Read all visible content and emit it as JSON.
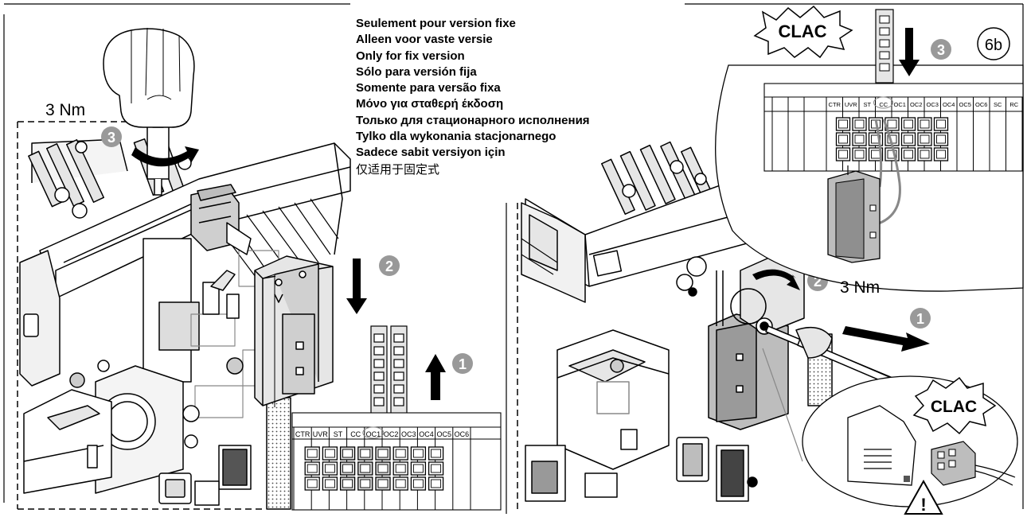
{
  "languages": [
    "Seulement pour version fixe",
    "Alleen voor vaste versie",
    "Only for fix version",
    "Sólo para versión fija",
    "Somente para versão fixa",
    "Μόνο για σταθερή έκδοση",
    "Только для стационарного исполнения",
    "Tylko dla wykonania stacjonarnego",
    "Sadece sabit versiyon için",
    "仅适用于固定式"
  ],
  "torque_left": "3 Nm",
  "torque_right": "3 Nm",
  "figure_badge": "6b",
  "clac_top": "CLAC",
  "clac_bottom": "CLAC",
  "steps": {
    "one": "1",
    "two": "2",
    "three": "3"
  },
  "terminal_labels_left": [
    "CTR",
    "UVR",
    "ST",
    "CC",
    "OC1",
    "OC2",
    "OC3",
    "OC4",
    "OC5",
    "OC6"
  ],
  "terminal_labels_right": [
    "CTR",
    "UVR",
    "ST",
    "CC",
    "OC1",
    "OC2",
    "OC3",
    "OC4",
    "OC5",
    "OC6",
    "SC",
    "RC"
  ],
  "colors": {
    "line": "#000000",
    "fill_light": "#e6e6e6",
    "fill_mid": "#bdbdbd",
    "fill_dark": "#8c8c8c",
    "step_circle": "#999999"
  }
}
